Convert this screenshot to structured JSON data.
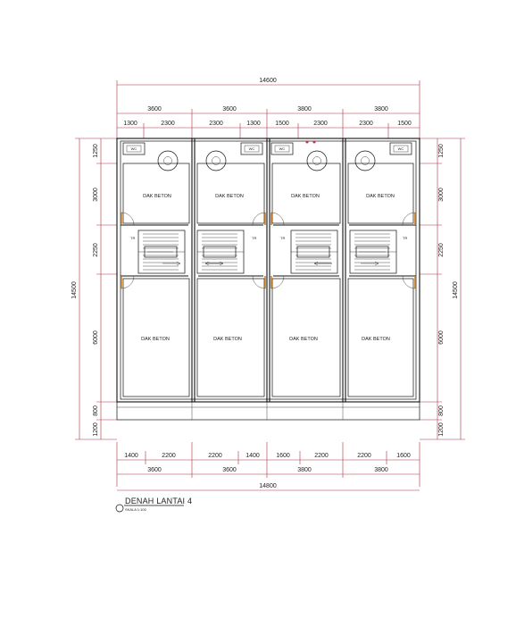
{
  "drawing": {
    "title": "DENAH LANTAI 4",
    "scale": "SKALA 1:100"
  },
  "dimensions": {
    "top_total": "14600",
    "top_units": [
      "3600",
      "3600",
      "3800",
      "3800"
    ],
    "top_segments": [
      "1300",
      "2300",
      "2300",
      "1300",
      "1500",
      "2300",
      "2300",
      "1500"
    ],
    "bottom_segments": [
      "1400",
      "2200",
      "2200",
      "1400",
      "1600",
      "2200",
      "2200",
      "1600"
    ],
    "bottom_units": [
      "3600",
      "3600",
      "3800",
      "3800"
    ],
    "bottom_total": "14800",
    "side_total": "14500",
    "side_segments": [
      "1250",
      "3000",
      "2250",
      "6000",
      "800",
      "1200"
    ]
  },
  "rooms": {
    "label": "DAK BETON",
    "stair_tag": "TR",
    "wc_tag": "WC"
  }
}
